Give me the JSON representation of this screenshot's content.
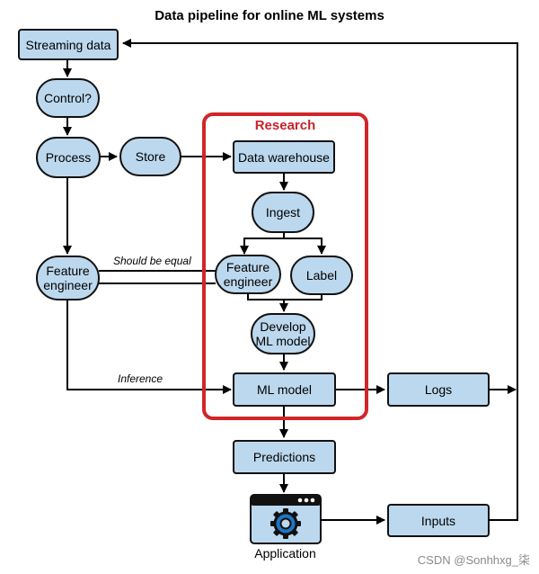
{
  "title": "Data pipeline for online ML systems",
  "research": {
    "label": "Research"
  },
  "nodes": {
    "streaming_data": "Streaming data",
    "control": "Control?",
    "process": "Process",
    "store": "Store",
    "data_warehouse": "Data warehouse",
    "ingest": "Ingest",
    "feature_engineer_left": "Feature engineer",
    "feature_engineer_right": "Feature engineer",
    "label": "Label",
    "develop_ml_model": "Develop ML model",
    "ml_model": "ML model",
    "logs": "Logs",
    "predictions": "Predictions",
    "inputs": "Inputs"
  },
  "edge_labels": {
    "should_be_equal": "Should be equal",
    "inference": "Inference"
  },
  "application": {
    "label": "Application",
    "icon": "app-window-gear-icon"
  },
  "watermark": "CSDN @Sonhhxg_柒",
  "colors": {
    "node_fill": "#bcd8ee",
    "research_border": "#d0262a",
    "research_text": "#c8232a"
  }
}
